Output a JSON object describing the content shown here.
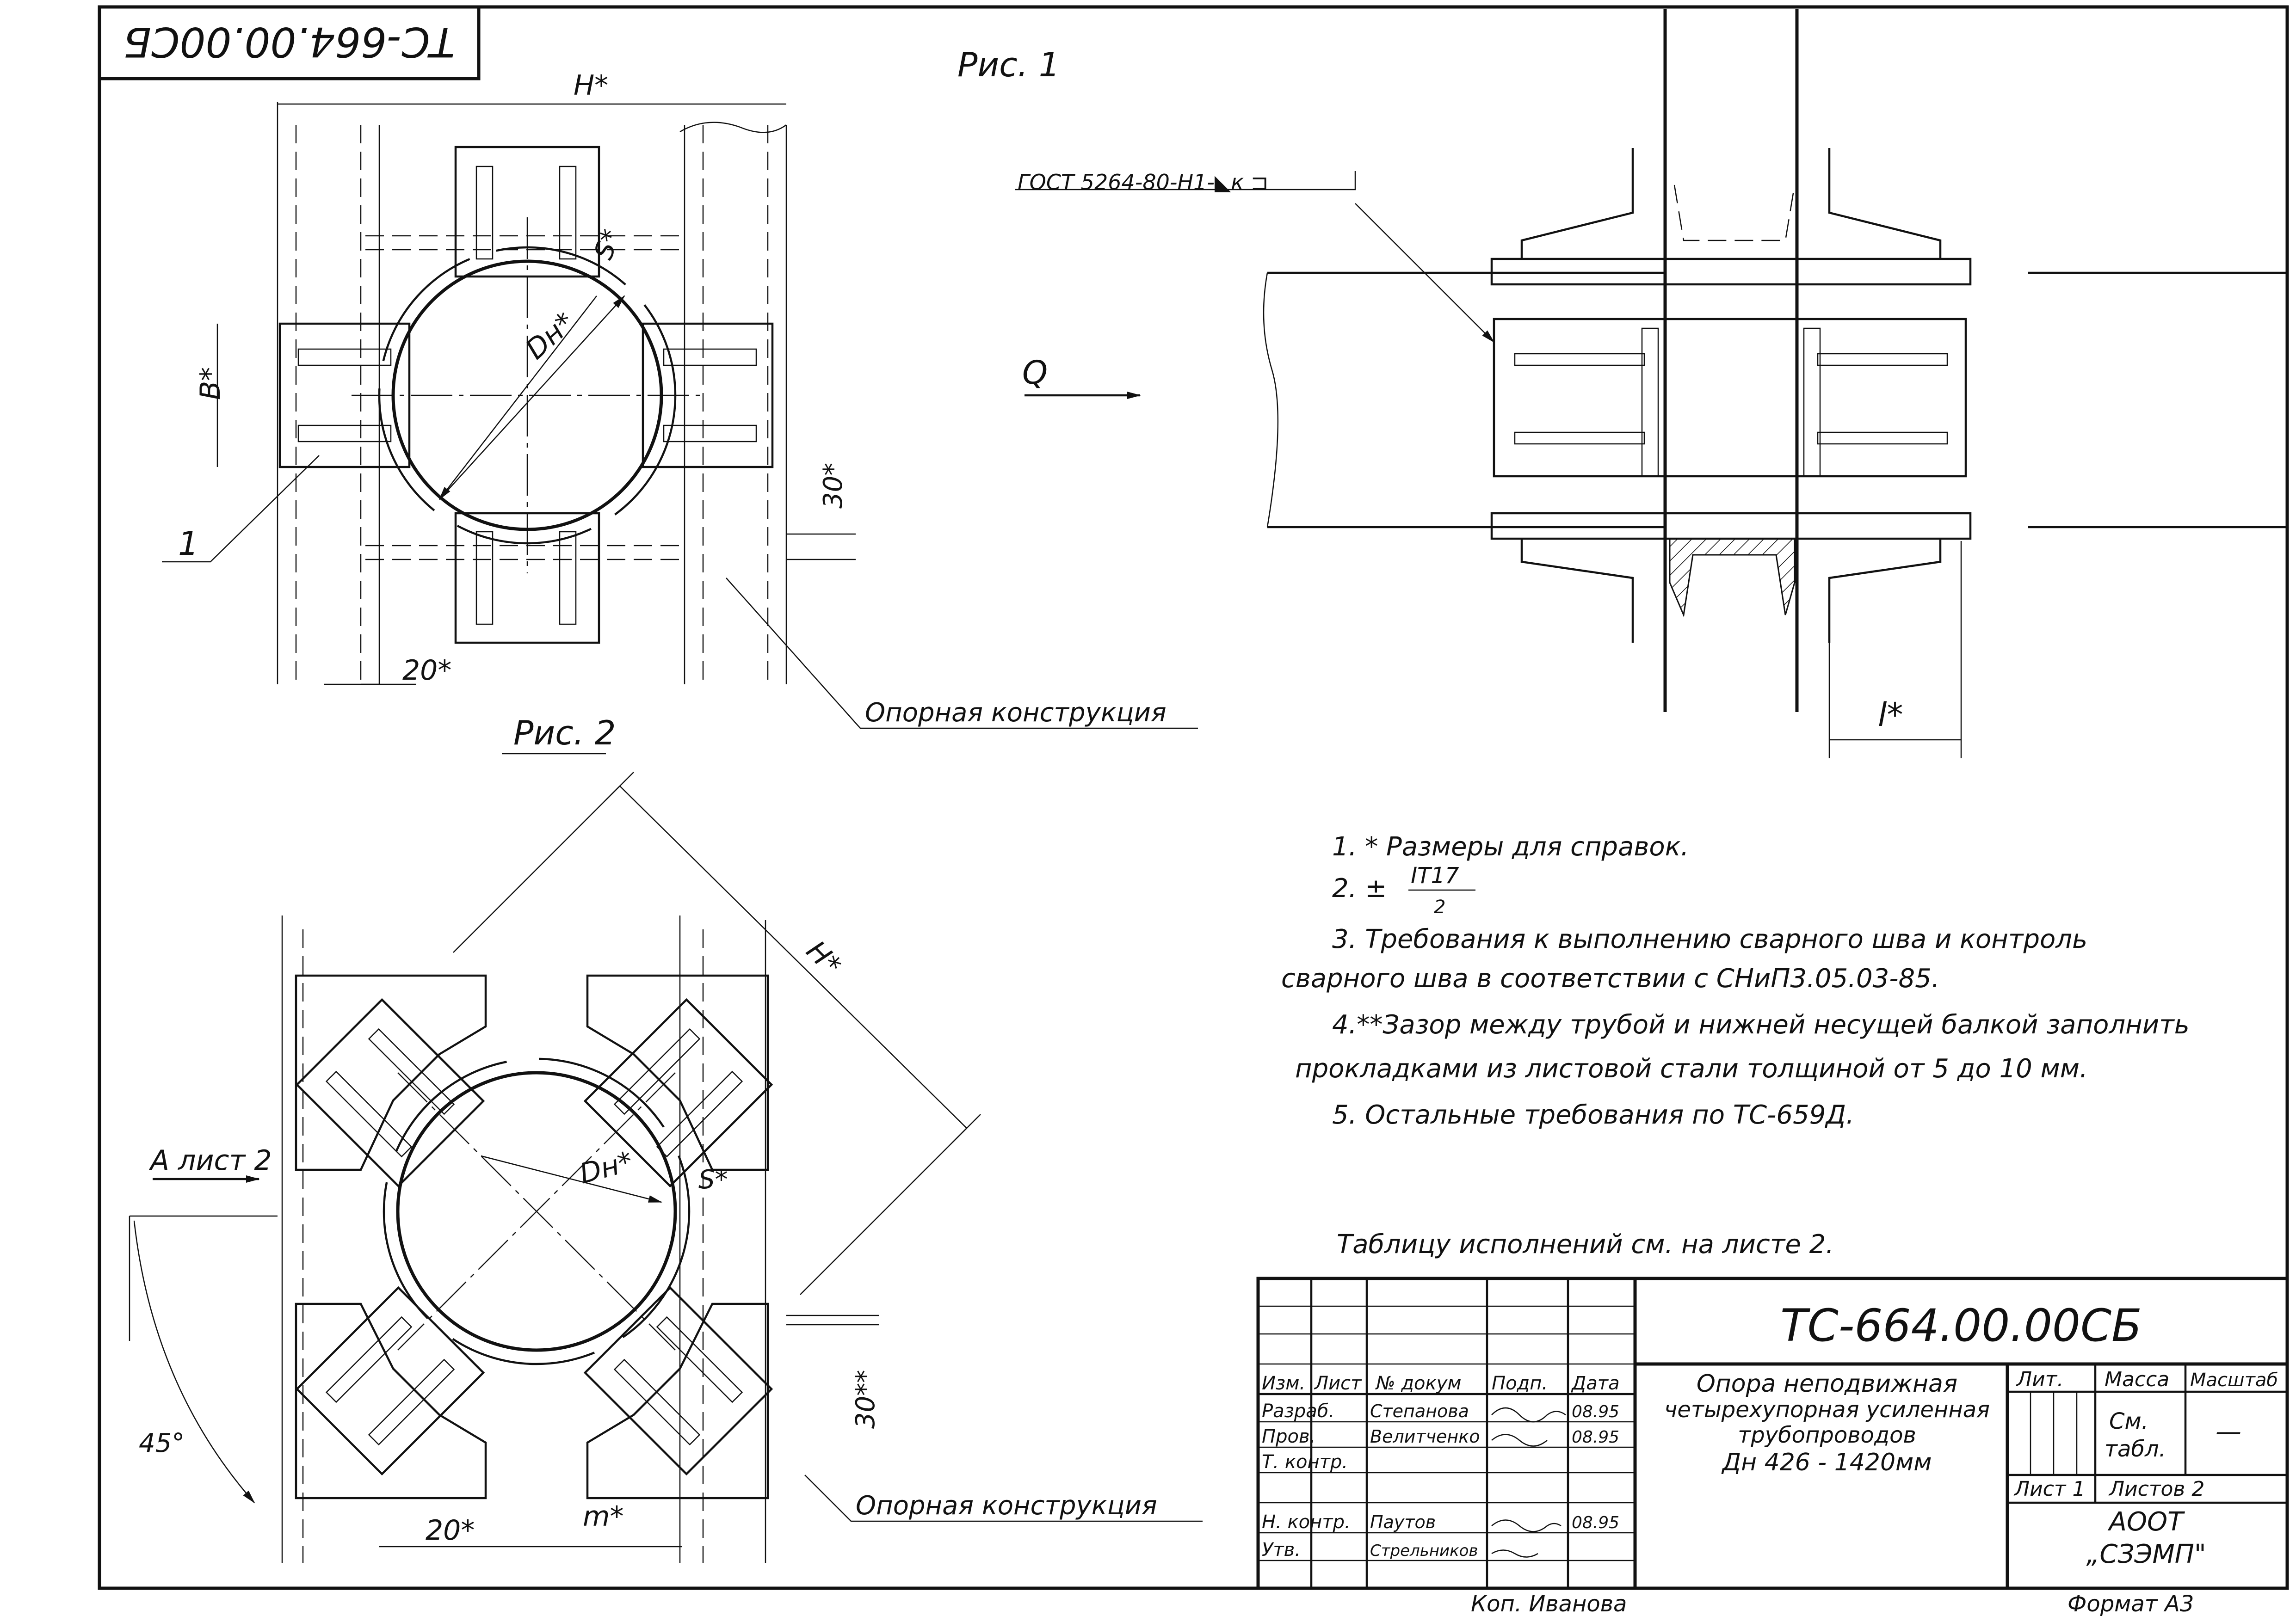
{
  "stamp_top": "ТС-664.00.00СБ",
  "fig1": {
    "title": "Рис. 1",
    "dim_h": "H*",
    "dim_b": "B*",
    "dim_s": "S*",
    "dim_dn": "Dн*",
    "dim_30": "30*",
    "dim_20": "20*",
    "callout_1": "1",
    "support_label": "Опорная  конструкция",
    "weld_symbol": "ГОСТ 5264-80-Н1-◣к ⊐",
    "force_label": "Q",
    "dim_l": "l*"
  },
  "fig2": {
    "title": "Рис. 2",
    "dim_h": "H*",
    "dim_dn": "Dн*",
    "dim_s": "S*",
    "view_label": "A лист 2",
    "angle": "45°",
    "dim_30": "30**",
    "dim_20": "20*",
    "dim_m": "m*",
    "support_label": "Опорная  конструкция"
  },
  "notes": [
    "1. * Размеры для справок.",
    "2.  ± IT17 / 2 .",
    "3.  Требования  к выполнению  сварного  шва и  контроль",
    "сварного  шва  в  соответствии  с СНиП3.05.03-85.",
    "4.**Зазор между трубой и нижней несущей балкой заполнить",
    "прокладками из листовой стали толщиной от 5 до 10 мм.",
    "5. Остальные  требования  по  ТС-659Д."
  ],
  "note2_prefix": "2.  ±",
  "note2_num": "IT17",
  "note2_den": "2",
  "table_ref": "Таблицу  исполнений  см. на листе 2.",
  "title_block": {
    "doc_number": "ТС-664.00.00СБ",
    "name_lines": [
      "Опора  неподвижная",
      "четырехупорная усиленная",
      "трубопроводов",
      "Дн 426 - 1420мм"
    ],
    "hdr_izm": "Изм.",
    "hdr_list": "Лист",
    "hdr_docnum": "№ докум",
    "hdr_sign": "Подп.",
    "hdr_date": "Дата",
    "role_razrab": "Разраб.",
    "role_prov": "Пров.",
    "role_tkontr": "Т. контр.",
    "role_nkontr": "Н. контр.",
    "role_utv": "Утв.",
    "name_razrab": "Степанова",
    "name_prov": "Велитченко",
    "name_nkontr": "Паутов",
    "name_utv": "Стрельников",
    "date_razrab": "08.95",
    "date_prov": "08.95",
    "date_nkontr": "08.95",
    "lit_label": "Лит.",
    "mass_label": "Масса",
    "scale_label": "Масштаб",
    "mass_value_1": "См.",
    "mass_value_2": "табл.",
    "scale_value": "—",
    "sheet_label": "Лист 1",
    "sheets_label": "Листов  2",
    "org_line1": "АООТ",
    "org_line2": "„СЗЭМП\""
  },
  "copied_by": "Коп. Иванова",
  "format": "Формат  А3"
}
